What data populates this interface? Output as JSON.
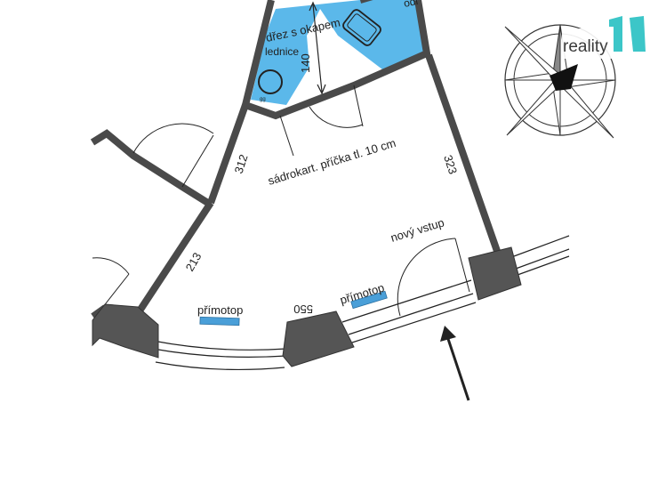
{
  "colors": {
    "wall": "#4a4a4a",
    "wall_fill": "#5a5a5a",
    "water_blue": "#5bb8ea",
    "heater_blue": "#4a9fd8",
    "line": "#222222",
    "logo_teal": "#3cc6c8"
  },
  "logo": {
    "text": "reality"
  },
  "labels": {
    "sink": "dřez s okapem",
    "fridge": "lednice",
    "fridge_small": "gg",
    "partition": "sádrokart. příčka tl. 10 cm",
    "heater_left": "přímotop",
    "heater_right": "přímotop",
    "new_entrance": "nový vstup",
    "top_cut": "odl"
  },
  "dimensions": {
    "kitchen_depth": "140",
    "wall_left_upper": "312",
    "wall_left_lower": "213",
    "wall_right": "323",
    "wall_bottom": "550"
  }
}
